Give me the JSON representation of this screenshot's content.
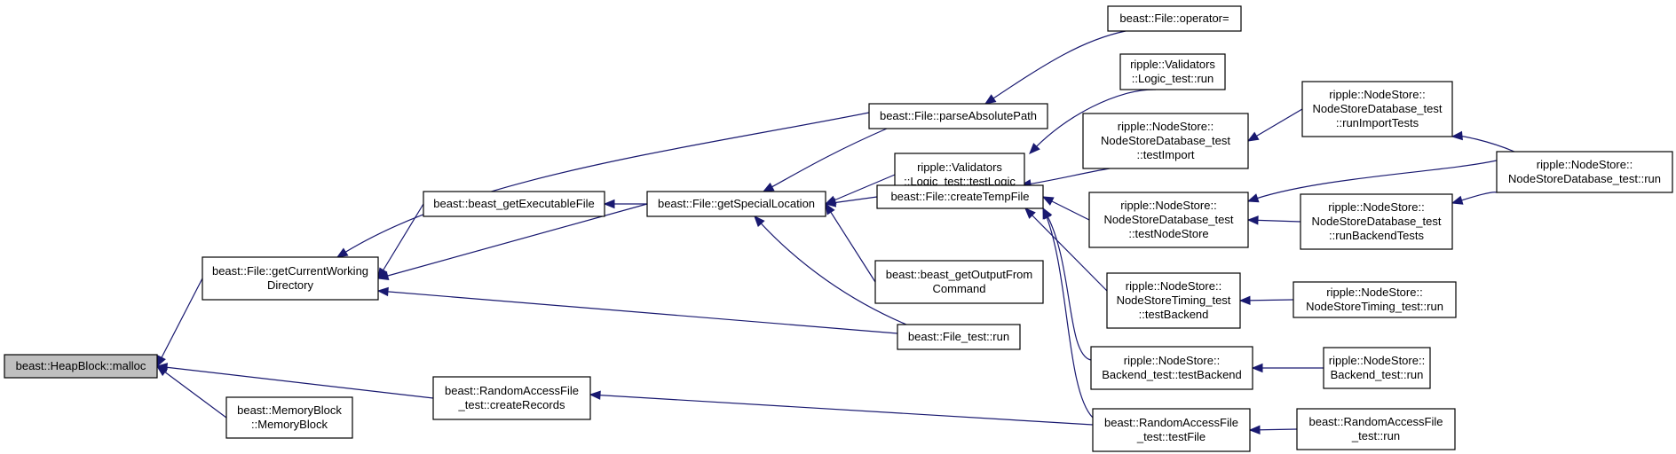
{
  "colors": {
    "edge": "#191970",
    "node_fill": "#ffffff",
    "node_border": "#000000",
    "highlight_fill": "#bfbfbf"
  },
  "nodes": [
    {
      "id": "n0",
      "lines": [
        "beast::HeapBlock::malloc"
      ],
      "highlight": true
    },
    {
      "id": "n1",
      "lines": [
        "beast::File::getCurrentWorking",
        "Directory"
      ]
    },
    {
      "id": "n2",
      "lines": [
        "beast::MemoryBlock",
        "::MemoryBlock"
      ]
    },
    {
      "id": "n3",
      "lines": [
        "beast::RandomAccessFile",
        "_test::createRecords"
      ]
    },
    {
      "id": "n4",
      "lines": [
        "beast::beast_getExecutableFile"
      ]
    },
    {
      "id": "n5",
      "lines": [
        "beast::File::getSpecialLocation"
      ]
    },
    {
      "id": "n6",
      "lines": [
        "beast::File::parseAbsolutePath"
      ]
    },
    {
      "id": "n7",
      "lines": [
        "beast::File_test::run"
      ]
    },
    {
      "id": "n8",
      "lines": [
        "beast::RandomAccessFile",
        "_test::testFile"
      ]
    },
    {
      "id": "n9",
      "lines": [
        "beast::File::operator="
      ]
    },
    {
      "id": "n10",
      "lines": [
        "ripple::Validators",
        "::Logic_test::testLogic"
      ]
    },
    {
      "id": "n11",
      "lines": [
        "beast::File::createTempFile"
      ]
    },
    {
      "id": "n12",
      "lines": [
        "beast::beast_getOutputFrom",
        "Command"
      ]
    },
    {
      "id": "n13",
      "lines": [
        "ripple::Validators",
        "::Logic_test::run"
      ]
    },
    {
      "id": "n14",
      "lines": [
        "ripple::NodeStore::",
        "NodeStoreDatabase_test",
        "::testImport"
      ]
    },
    {
      "id": "n15",
      "lines": [
        "ripple::NodeStore::",
        "NodeStoreDatabase_test",
        "::testNodeStore"
      ]
    },
    {
      "id": "n16",
      "lines": [
        "ripple::NodeStore::",
        "NodeStoreTiming_test",
        "::testBackend"
      ]
    },
    {
      "id": "n17",
      "lines": [
        "ripple::NodeStore::",
        "Backend_test::testBackend"
      ]
    },
    {
      "id": "n18",
      "lines": [
        "ripple::NodeStore::",
        "NodeStoreDatabase_test",
        "::runImportTests"
      ]
    },
    {
      "id": "n19",
      "lines": [
        "ripple::NodeStore::",
        "NodeStoreDatabase_test",
        "::runBackendTests"
      ]
    },
    {
      "id": "n20",
      "lines": [
        "ripple::NodeStore::",
        "NodeStoreTiming_test::run"
      ]
    },
    {
      "id": "n21",
      "lines": [
        "ripple::NodeStore::",
        "Backend_test::run"
      ]
    },
    {
      "id": "n22",
      "lines": [
        "beast::RandomAccessFile",
        "_test::run"
      ]
    },
    {
      "id": "n23",
      "lines": [
        "ripple::NodeStore::",
        "NodeStoreDatabase_test::run"
      ]
    }
  ],
  "edges": [
    {
      "from": "n1",
      "to": "n0"
    },
    {
      "from": "n2",
      "to": "n0"
    },
    {
      "from": "n3",
      "to": "n0"
    },
    {
      "from": "n6",
      "to": "n1"
    },
    {
      "from": "n4",
      "to": "n1"
    },
    {
      "from": "n5",
      "to": "n1"
    },
    {
      "from": "n7",
      "to": "n1"
    },
    {
      "from": "n8",
      "to": "n3"
    },
    {
      "from": "n9",
      "to": "n6"
    },
    {
      "from": "n5",
      "to": "n4"
    },
    {
      "from": "n6",
      "to": "n5"
    },
    {
      "from": "n10",
      "to": "n5"
    },
    {
      "from": "n11",
      "to": "n5"
    },
    {
      "from": "n12",
      "to": "n5"
    },
    {
      "from": "n7",
      "to": "n5"
    },
    {
      "from": "n13",
      "to": "n10"
    },
    {
      "from": "n14",
      "to": "n11"
    },
    {
      "from": "n15",
      "to": "n11"
    },
    {
      "from": "n16",
      "to": "n11"
    },
    {
      "from": "n17",
      "to": "n11"
    },
    {
      "from": "n8",
      "to": "n11"
    },
    {
      "from": "n18",
      "to": "n14"
    },
    {
      "from": "n23",
      "to": "n15"
    },
    {
      "from": "n19",
      "to": "n15"
    },
    {
      "from": "n23",
      "to": "n18"
    },
    {
      "from": "n23",
      "to": "n19"
    },
    {
      "from": "n20",
      "to": "n16"
    },
    {
      "from": "n21",
      "to": "n17"
    },
    {
      "from": "n22",
      "to": "n8"
    }
  ]
}
